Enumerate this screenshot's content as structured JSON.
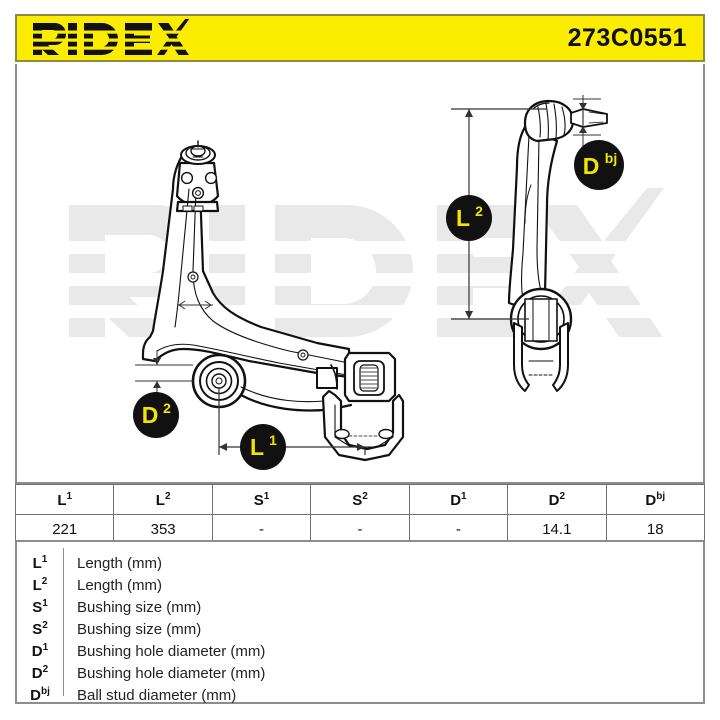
{
  "header": {
    "brand": "RIDEX",
    "part_number": "273C0551",
    "background_color": "#fbec00",
    "text_color": "#111111"
  },
  "drawing": {
    "watermark_text": "RIDEX",
    "watermark_color": "#e8e8e8",
    "callouts": [
      {
        "id": "D2-callout",
        "label": "D",
        "sup": "2"
      },
      {
        "id": "L1-callout",
        "label": "L",
        "sup": "1"
      },
      {
        "id": "L2-callout",
        "label": "L",
        "sup": "2"
      },
      {
        "id": "Dbj-callout",
        "label": "D",
        "sup": "bj"
      }
    ],
    "badge_fill": "#111111",
    "badge_text_color": "#f2e600"
  },
  "spec_table": {
    "headers": [
      {
        "symbol": "L",
        "sup": "1"
      },
      {
        "symbol": "L",
        "sup": "2"
      },
      {
        "symbol": "S",
        "sup": "1"
      },
      {
        "symbol": "S",
        "sup": "2"
      },
      {
        "symbol": "D",
        "sup": "1"
      },
      {
        "symbol": "D",
        "sup": "2"
      },
      {
        "symbol": "D",
        "sup": "bj"
      }
    ],
    "values": [
      "221",
      "353",
      "-",
      "-",
      "-",
      "14.1",
      "18"
    ]
  },
  "legend": {
    "rows": [
      {
        "symbol": "L",
        "sup": "1",
        "description": "Length (mm)"
      },
      {
        "symbol": "L",
        "sup": "2",
        "description": "Length (mm)"
      },
      {
        "symbol": "S",
        "sup": "1",
        "description": "Bushing size (mm)"
      },
      {
        "symbol": "S",
        "sup": "2",
        "description": "Bushing size (mm)"
      },
      {
        "symbol": "D",
        "sup": "1",
        "description": "Bushing hole diameter (mm)"
      },
      {
        "symbol": "D",
        "sup": "2",
        "description": "Bushing hole diameter (mm)"
      },
      {
        "symbol": "D",
        "sup": "bj",
        "description": "Ball stud diameter (mm)"
      }
    ]
  }
}
